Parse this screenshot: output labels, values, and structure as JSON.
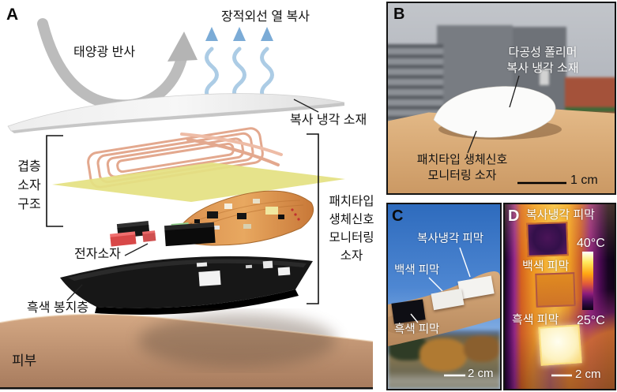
{
  "figure": {
    "type": "multi-panel scientific figure",
    "language": "ko"
  },
  "panel_a": {
    "label": "A",
    "sunlight_reflection": "태양광 반사",
    "lwir_radiation": "장적외선 열 복사",
    "cooling_material": "복사 냉각 소재",
    "stack_structure_lines": [
      "겹층",
      "소자",
      "구조"
    ],
    "electronic_components": "전자소자",
    "black_encapsulation": "흑색 봉지층",
    "patch_device_lines": [
      "패치타입",
      "생체신호",
      "모니터링",
      "소자"
    ],
    "skin": "피부"
  },
  "panel_b": {
    "label": "B",
    "porous_polymer_lines": [
      "다공성 폴리머",
      "복사 냉각 소재"
    ],
    "patch_device_lines": [
      "패치타입 생체신호",
      "모니터링 소자"
    ],
    "scale_bar": "1 cm"
  },
  "panel_c": {
    "label": "C",
    "cooling_film": "복사냉각 피막",
    "white_film": "백색 피막",
    "black_film": "흑색 피막",
    "scale_bar": "2 cm"
  },
  "panel_d": {
    "label": "D",
    "cooling_film": "복사냉각 피막",
    "white_film": "백색 피막",
    "black_film": "흑색 피막",
    "temp_max": "40°C",
    "temp_min": "25°C",
    "scale_bar": "2 cm"
  },
  "colors": {
    "coil_copper": "#e3a88e",
    "interlayer_yellow": "#e4e182",
    "circuit_orange": "#d98a4a",
    "skin_tan": "#cfa382",
    "sky_blue": "#2e6bbd",
    "thermal_hot": "#fdf6d0",
    "thermal_cold": "#33104a",
    "ir_arrow_blue": "#86b4da"
  }
}
